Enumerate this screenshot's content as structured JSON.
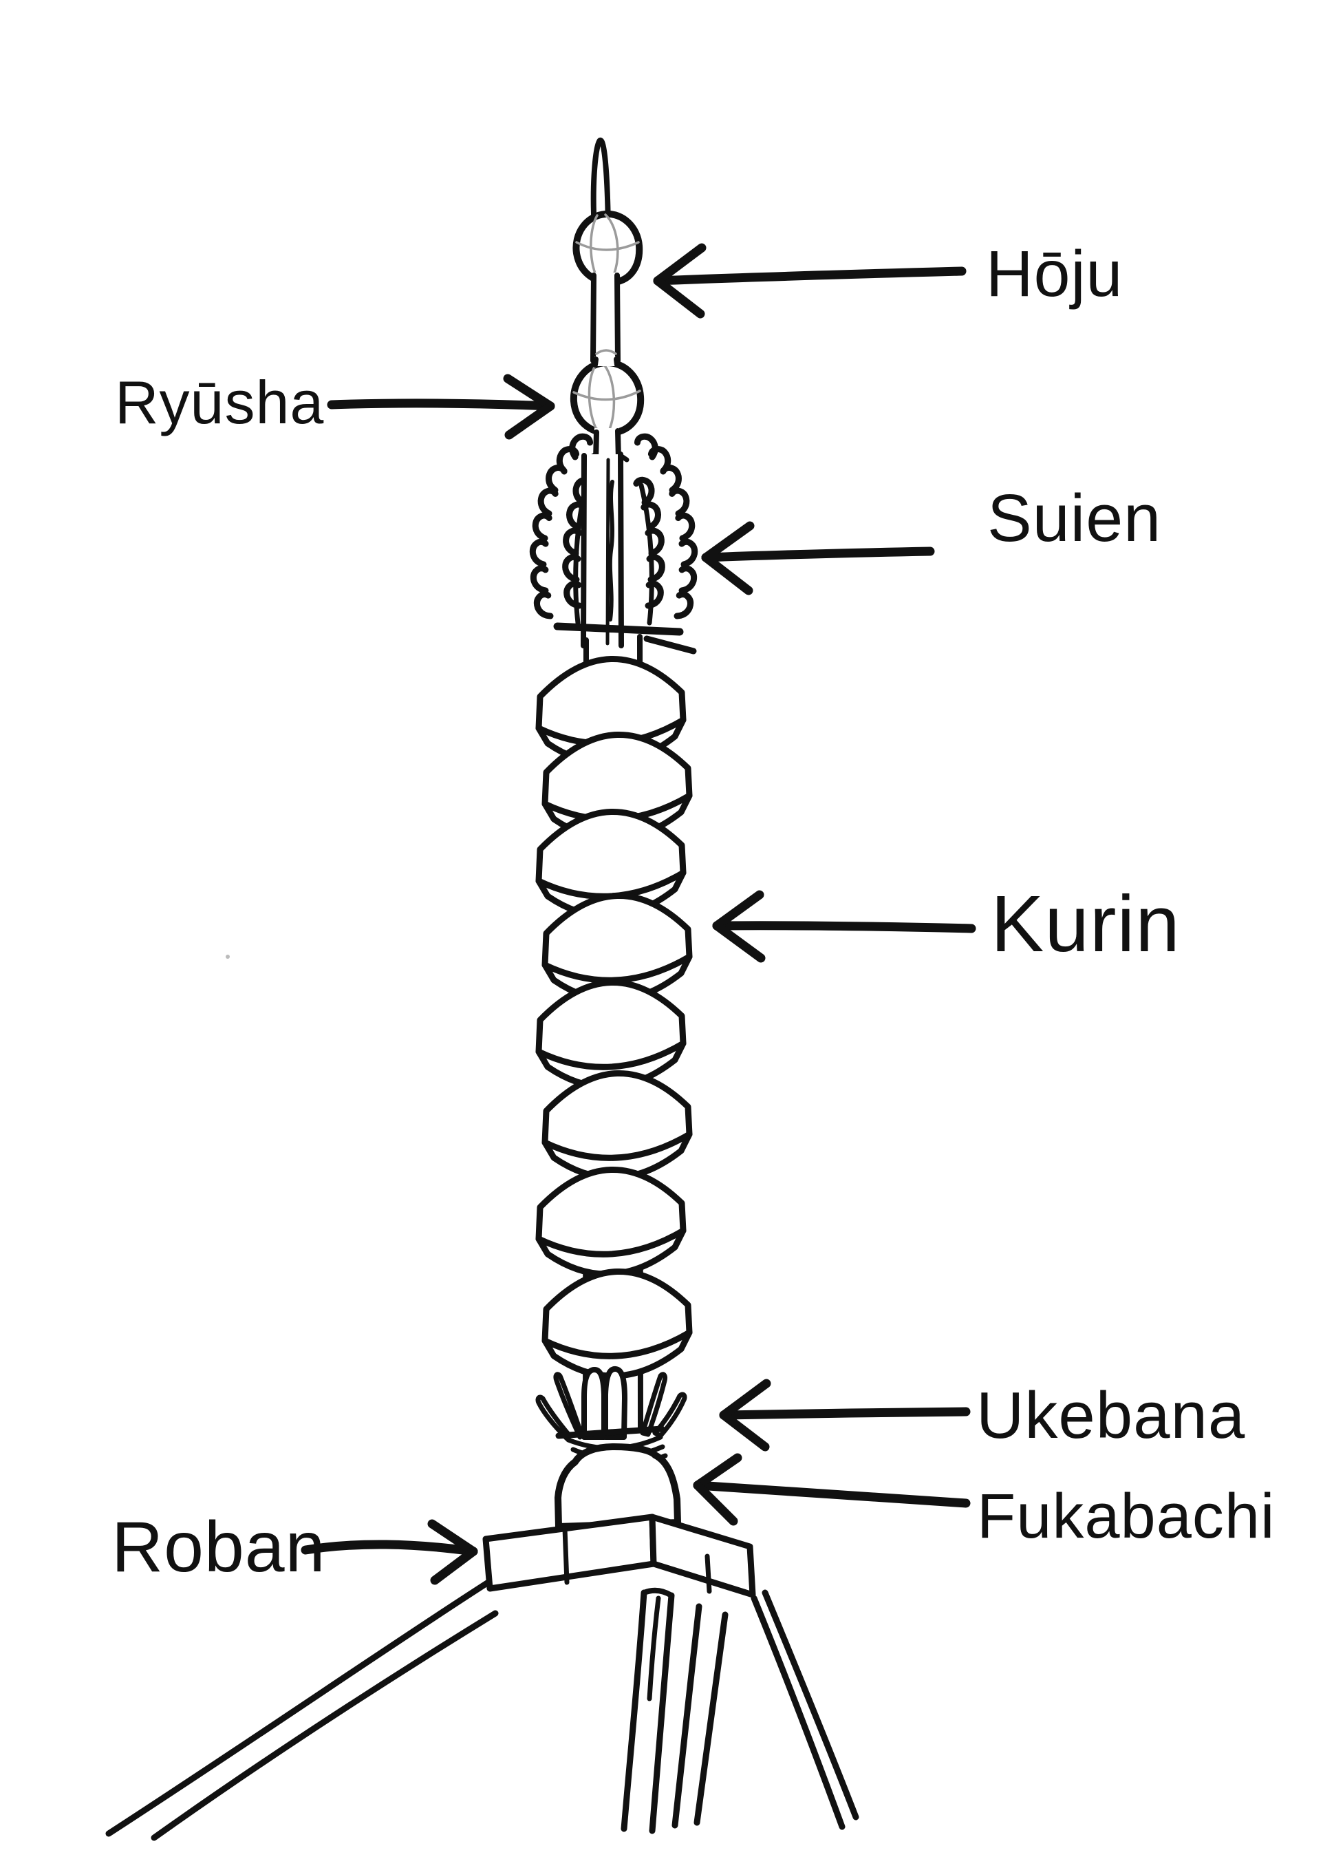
{
  "diagram": {
    "subject": "pagoda-finial-sorin-diagram",
    "background_color": "#ffffff",
    "ink_color": "#111111",
    "construction_line_color": "#9b9b9b",
    "labels": [
      {
        "id": "hoju",
        "text": "Hōju"
      },
      {
        "id": "ryusha",
        "text": "Ryūsha"
      },
      {
        "id": "suien",
        "text": "Suien"
      },
      {
        "id": "kurin",
        "text": "Kurin"
      },
      {
        "id": "ukebana",
        "text": "Ukebana"
      },
      {
        "id": "fukabachi",
        "text": "Fukabachi"
      },
      {
        "id": "roban",
        "text": "Roban"
      }
    ],
    "kurin": {
      "ring_count": 8
    }
  }
}
